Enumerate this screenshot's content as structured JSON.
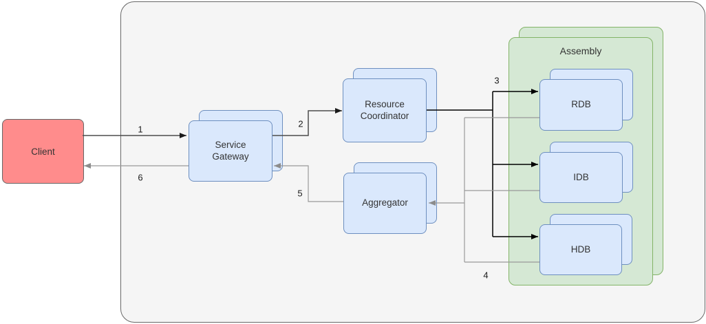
{
  "diagram": {
    "kind": "service-request-flow-diagram",
    "colors": {
      "container_fill": "#F5F5F5",
      "container_border": "#666666",
      "node_fill": "#DAE8FC",
      "node_border": "#6C8EBF",
      "client_fill": "#FF8C8C",
      "client_border": "#666666",
      "assembly_fill": "#D5E8D4",
      "assembly_border": "#82B366",
      "flow_request": "#4D4D4D",
      "flow_fanout": "#000000",
      "flow_return": "#999999",
      "text": "#333333"
    },
    "nodes": {
      "client": {
        "label": "Client",
        "stacked": false
      },
      "gateway": {
        "label": "Service Gateway",
        "stacked": true
      },
      "coordinator": {
        "label": "Resource Coordinator",
        "stacked": true
      },
      "aggregator": {
        "label": "Aggregator",
        "stacked": true
      },
      "assembly": {
        "label": "Assembly",
        "stacked": true
      },
      "rdb": {
        "label": "RDB",
        "stacked": true
      },
      "idb": {
        "label": "IDB",
        "stacked": true
      },
      "hdb": {
        "label": "HDB",
        "stacked": true
      }
    },
    "edges": {
      "e1": {
        "label": "1",
        "from": "Client",
        "to": "Service Gateway",
        "style": "request"
      },
      "e2": {
        "label": "2",
        "from": "Service Gateway",
        "to": "Resource Coordinator",
        "style": "request"
      },
      "e3": {
        "label": "3",
        "from": "Resource Coordinator",
        "to": "RDB / IDB / HDB",
        "style": "fanout"
      },
      "e4": {
        "label": "4",
        "from": "RDB / IDB / HDB",
        "to": "Aggregator",
        "style": "return"
      },
      "e5": {
        "label": "5",
        "from": "Aggregator",
        "to": "Service Gateway",
        "style": "return"
      },
      "e6": {
        "label": "6",
        "from": "Service Gateway",
        "to": "Client",
        "style": "return"
      }
    }
  }
}
